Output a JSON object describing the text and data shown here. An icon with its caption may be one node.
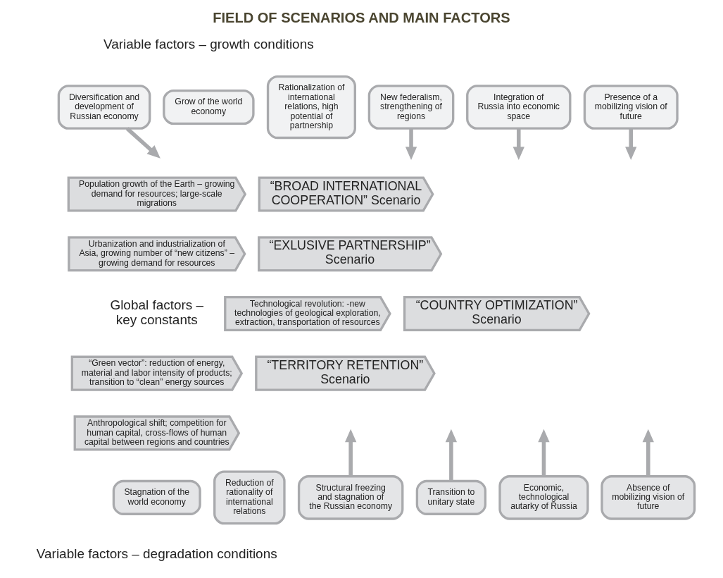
{
  "diagram": {
    "title": "FIELD OF SCENARIOS AND MAIN FACTORS",
    "nodes": [
      {
        "text": [
          "Grow of the world economy"
        ]
      },
      {
        "text": [
          "Rationalization of international relations, high potential of partnership"
        ]
      },
      {
        "text": [
          "Diversification and development of Russian economy"
        ]
      },
      {
        "text": [
          "New federalism, strengthening of regions"
        ]
      },
      {
        "text": [
          "Integration of Russia into economic space"
        ]
      },
      {
        "text": [
          "Presence of a mobilizing vision of future"
        ]
      },
      {
        "text": [
          "Population growth of the Earth – growing demand for resources; large-scale migrations"
        ]
      },
      {
        "text": [
          "Urbanization and industrialization of Asia, growing number of “new citizens” – growing demand for resources"
        ]
      },
      {
        "text": [
          "Technological revolution: -new technologies of geological exploration, extraction, transportation of resources"
        ]
      },
      {
        "text": [
          "“Green vector”: reduction of energy, material and labor intensity of products; transition to “clean” energy sources"
        ]
      },
      {
        "text": [
          "Anthropological shift; competition for human capital, cross-flows of human capital between regions and countries"
        ]
      },
      {
        "text": [
          "“BROAD INTERNATIONAL COOPERATION” Scenario"
        ]
      },
      {
        "text": [
          "“EXLUSIVE PARTNERSHIP” Scenario"
        ]
      },
      {
        "text": [
          "“COUNTRY OPTIMIZATION” Scenario"
        ]
      },
      {
        "text": [
          "“TERRITORY RETENTION” Scenario"
        ]
      },
      {
        "text": [
          "Stagnation of the world economy"
        ]
      },
      {
        "text": [
          "Reduction of rationality of international relations"
        ]
      },
      {
        "text": [
          "Structural freezing and stagnation of the Russian economy"
        ]
      },
      {
        "text": [
          "Transition to unitary state"
        ]
      },
      {
        "text": [
          "Economic, technological autarky of Russia"
        ]
      },
      {
        "text": [
          "Absence of mobilizing vision of future"
        ]
      }
    ],
    "edges": [
      {
        "from": 2,
        "to": null,
        "arrow": "to"
      },
      {
        "from": 3,
        "to": null,
        "arrow": "to"
      },
      {
        "from": 4,
        "to": null,
        "arrow": "to"
      },
      {
        "from": 5,
        "to": null,
        "arrow": "to"
      },
      {
        "from": 17,
        "to": null,
        "arrow": "to"
      },
      {
        "from": 18,
        "to": null,
        "arrow": "to"
      },
      {
        "from": 19,
        "to": null,
        "arrow": "to"
      },
      {
        "from": 20,
        "to": null,
        "arrow": "to"
      }
    ],
    "labels": [
      "Variable factors – growth conditions",
      "Global factors – key constants",
      "Variable factors – degradation conditions"
    ]
  }
}
